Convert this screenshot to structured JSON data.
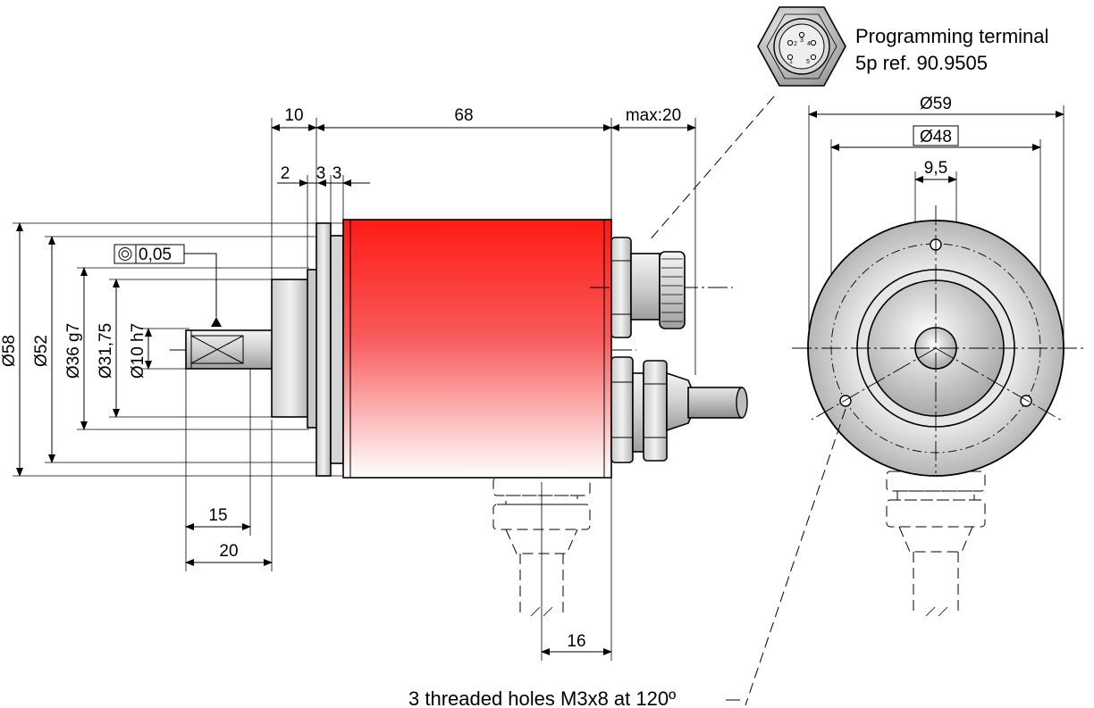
{
  "terminal": {
    "title": "Programming terminal",
    "ref": "5p ref. 90.9505",
    "pins": [
      "1",
      "2",
      "3",
      "4",
      "5"
    ]
  },
  "dimensions": {
    "flange_len": "10",
    "body_len": "68",
    "connector_len": "max:20",
    "d2": "2",
    "d3a": "3",
    "d3b": "3",
    "concentricity": "0,05",
    "dia58": "Ø58",
    "dia52": "Ø52",
    "dia36": "Ø36 g7",
    "dia3175": "Ø31,75",
    "dia10": "Ø10 h7",
    "len15": "15",
    "len20": "20",
    "len16": "16",
    "front_dia59": "Ø59",
    "front_dia48": "Ø48",
    "front_95": "9,5"
  },
  "notes": {
    "holes": "3 threaded holes M3x8 at 120º"
  },
  "colors": {
    "body_top": "#ff1a14",
    "body_bottom": "#ffffff",
    "metal_light": "#ececec",
    "metal_dark": "#a9a9a9"
  }
}
